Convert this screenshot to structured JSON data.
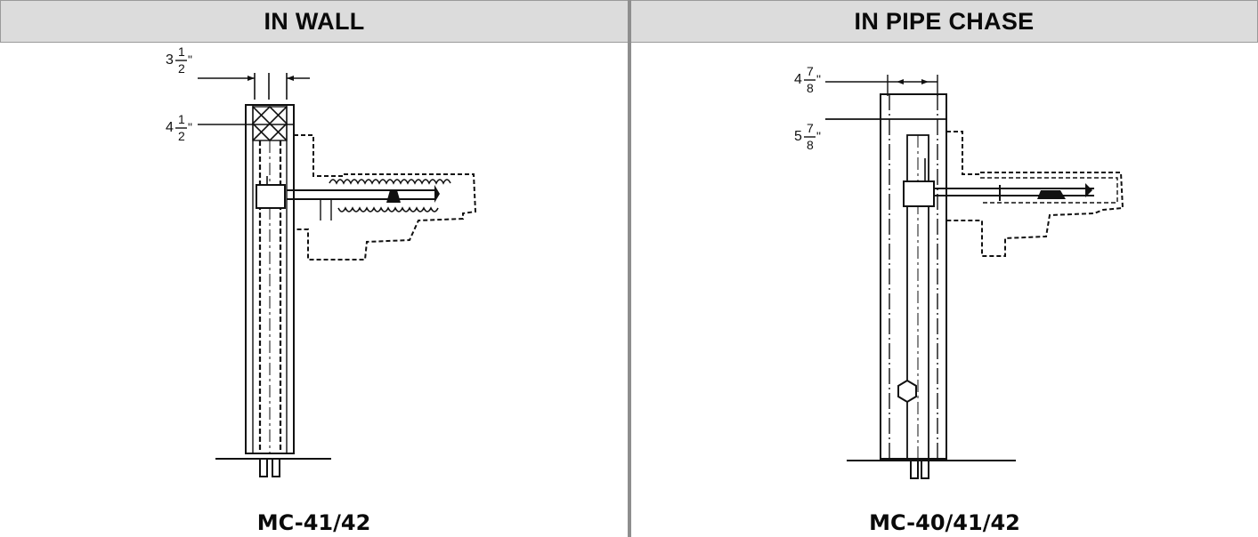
{
  "left": {
    "header": "IN WALL",
    "model": "MC-41/42",
    "dim_top": {
      "whole": "3",
      "num": "1",
      "den": "2",
      "unit": "\""
    },
    "dim_mid": {
      "whole": "4",
      "num": "1",
      "den": "2",
      "unit": "\""
    }
  },
  "right": {
    "header": "IN PIPE CHASE",
    "model": "MC-40/41/42",
    "dim_top": {
      "whole": "4",
      "num": "7",
      "den": "8",
      "unit": "\""
    },
    "dim_mid": {
      "whole": "5",
      "num": "7",
      "den": "8",
      "unit": "\""
    }
  }
}
